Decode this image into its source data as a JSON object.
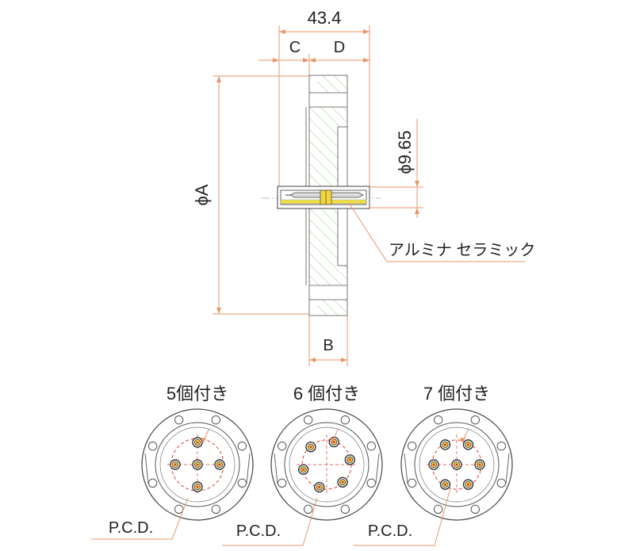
{
  "colors": {
    "dimension": "#e8956a",
    "hatch": "#7cc36a",
    "ceramic": "#f0e04a",
    "pcd": "#e53935",
    "outline": "#444444"
  },
  "side_view": {
    "overall_length": "43.4",
    "dim_c": "C",
    "dim_d": "D",
    "dim_a": "ϕA",
    "dim_pin": "ϕ9.65",
    "dim_b": "B",
    "callout": "アルミナ セラミック"
  },
  "variants": [
    {
      "title": "5個付き",
      "pcd_label": "P.C.D.",
      "pin_count": 5
    },
    {
      "title": "6 個付き",
      "pcd_label": "P.C.D.",
      "pin_count": 6
    },
    {
      "title": "7 個付き",
      "pcd_label": "P.C.D.",
      "pin_count": 7
    }
  ]
}
